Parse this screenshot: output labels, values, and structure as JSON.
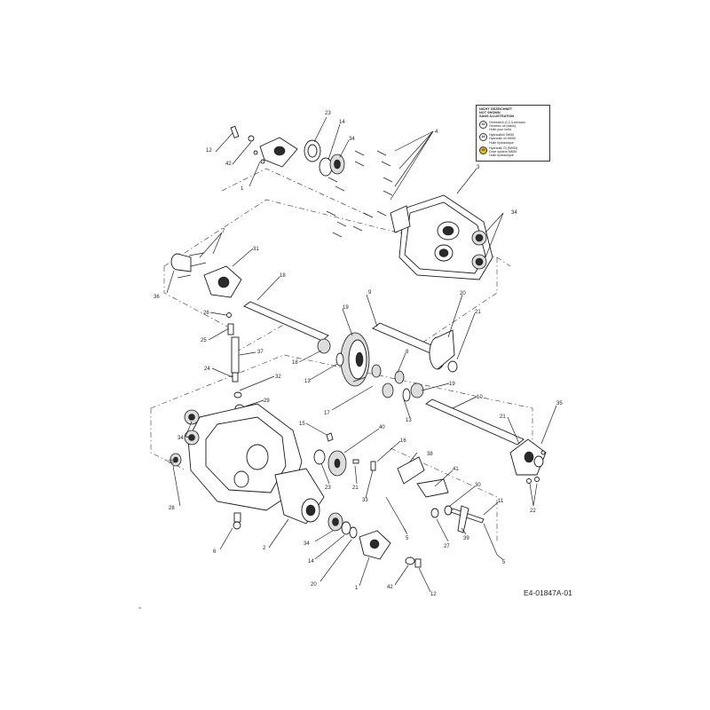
{
  "legend": {
    "header": [
      "NICHT GEZEICHNET",
      "NOT SHOWN",
      "SANS ILLUSTRATION"
    ],
    "items": [
      {
        "badge": "43",
        "lines": [
          "Getriebeöl (0,3 l) schwarz",
          "Gearbox oil (black)",
          "Huile pour boîte"
        ],
        "highlight": false
      },
      {
        "badge": "44",
        "lines": [
          "Hydrauliköl 5W50",
          "Hydraulic oil 5W50",
          "Huile hydraulique"
        ],
        "highlight": false
      },
      {
        "badge": "45",
        "lines": [
          "Hydraulik Öl (5W50)",
          "Drive system 5W50",
          "Huile hydraulique"
        ],
        "highlight": true
      }
    ]
  },
  "labels": {
    "l1a": "1",
    "l1b": "1",
    "l2": "2",
    "l3": "3",
    "l4": "4",
    "l5a": "5",
    "l5b": "5",
    "l6": "6",
    "l7": "7",
    "l8": "8",
    "l9": "9",
    "l10": "10",
    "l11": "11",
    "l12a": "12",
    "l12b": "12",
    "l13a": "13",
    "l13b": "13",
    "l14a": "14",
    "l14b": "14",
    "l15": "15",
    "l16": "16",
    "l17": "17",
    "l18a": "18",
    "l18b": "18",
    "l19": "19",
    "l20a": "20",
    "l20b": "20",
    "l21a": "21",
    "l21b": "21",
    "l21c": "21",
    "l22": "22",
    "l23a": "23",
    "l23b": "23",
    "l24": "24",
    "l25": "25",
    "l26": "26",
    "l27": "27",
    "l28": "28",
    "l29": "29",
    "l30": "30",
    "l31": "31",
    "l32": "32",
    "l33": "33",
    "l34a": "34",
    "l34b": "34",
    "l34c": "34",
    "l34d": "34",
    "l35a": "35",
    "l35b": "35",
    "l36": "36",
    "l37": "37",
    "l38": "38",
    "l39": "39",
    "l40": "40",
    "l41": "41",
    "l42a": "42",
    "l42b": "42",
    "l19b": "19"
  },
  "reference_code": "E4-01847A-01",
  "corner_mark": "96"
}
